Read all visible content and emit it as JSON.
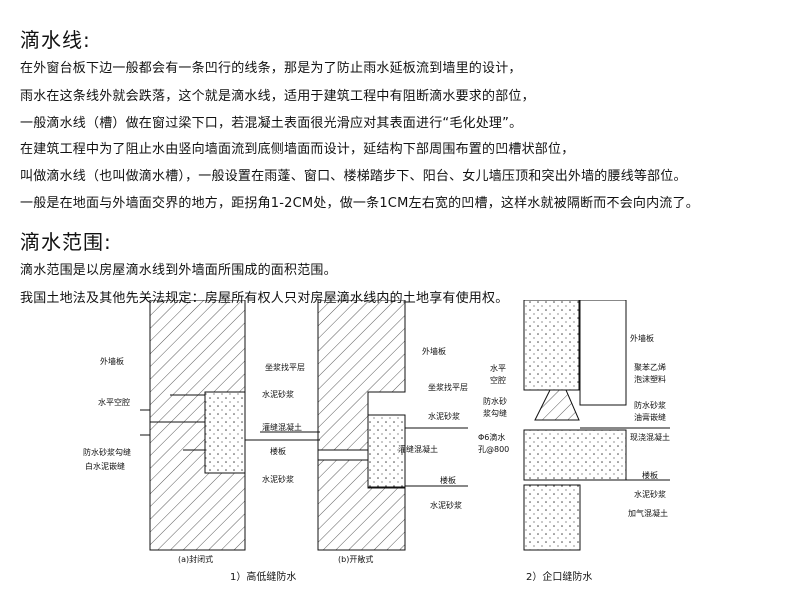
{
  "section1": {
    "title": "滴水线:",
    "lines": [
      "在外窗台板下边一般都会有一条凹行的线条，那是为了防止雨水延板流到墙里的设计，",
      "雨水在这条线外就会跌落，这个就是滴水线，适用于建筑工程中有阻断滴水要求的部位，",
      "一般滴水线（槽）做在窗过梁下口，若混凝土表面很光滑应对其表面进行“毛化处理”。",
      "在建筑工程中为了阻止水由竖向墙面流到底侧墙面而设计，延结构下部周围布置的凹槽状部位，",
      "叫做滴水线（也叫做滴水槽），一般设置在雨蓬、窗口、楼梯踏步下、阳台、女儿墙压顶和突出外墙的腰线等部位。",
      "一般是在地面与外墙面交界的地方，距拐角1-2CM处，做一条1CM左右宽的凹槽，这样水就被隔断而不会向内流了。"
    ]
  },
  "section2": {
    "title": "滴水范围:",
    "lines": [
      "滴水范围是以房屋滴水线到外墙面所围成的面积范围。",
      "我国土地法及其他先关法规定：房屋所有权人只对房屋滴水线内的土地享有使用权。"
    ]
  },
  "figure": {
    "a": {
      "labels": [
        "外墙板",
        "坐浆找平层",
        "水泥砂浆",
        "水平空腔",
        "灌缝混凝土",
        "楼板",
        "防水砂浆勾缝",
        "白水泥嵌缝",
        "水泥砂浆"
      ],
      "caption": "(a)封闭式"
    },
    "b": {
      "labels": [
        "外墙板",
        "坐浆找平层",
        "水泥砂浆",
        "灌缝混凝土",
        "楼板",
        "水泥砂浆"
      ],
      "caption": "(b)开敞式"
    },
    "c": {
      "labels": [
        "外墙板",
        "聚苯乙烯",
        "泡沫塑料",
        "水平",
        "空腔",
        "防水砂",
        "浆勾缝",
        "防水砂浆",
        "油膏嵌缝",
        "Φ6滴水",
        "孔@800",
        "现浇混凝土",
        "楼板",
        "水泥砂浆",
        "加气混凝土"
      ]
    },
    "captions": [
      "1）高低缝防水",
      "2）企口缝防水"
    ]
  }
}
